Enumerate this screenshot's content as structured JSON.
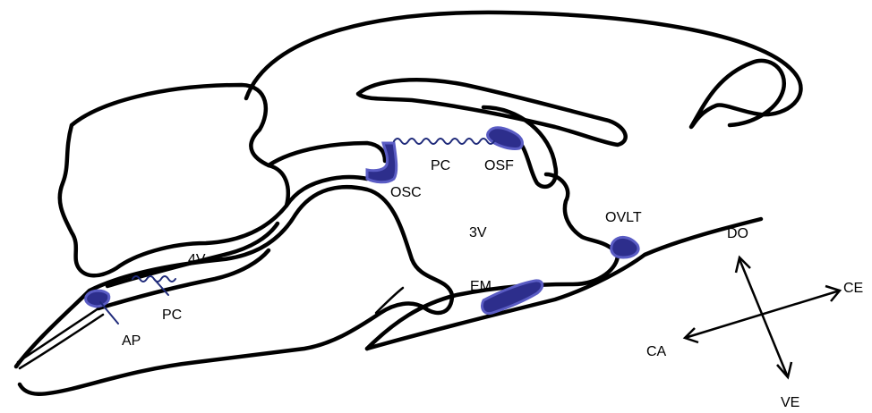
{
  "labels": {
    "osc": "OSC",
    "pc_upper": "PC",
    "osf": "OSF",
    "third_ventricle": "3V",
    "ovlt": "OVLT",
    "fourth_ventricle": "4V",
    "em": "EM",
    "pc_lower": "PC",
    "ap": "AP"
  },
  "orientation": {
    "dorsal": "DO",
    "ventral": "VE",
    "caudal": "CA",
    "cephalic": "CE"
  },
  "colors": {
    "organ_fill": "#2d2e8c",
    "organ_edge": "#5a5cc4",
    "plexus": "#1f2a7a",
    "outline": "#000000"
  }
}
